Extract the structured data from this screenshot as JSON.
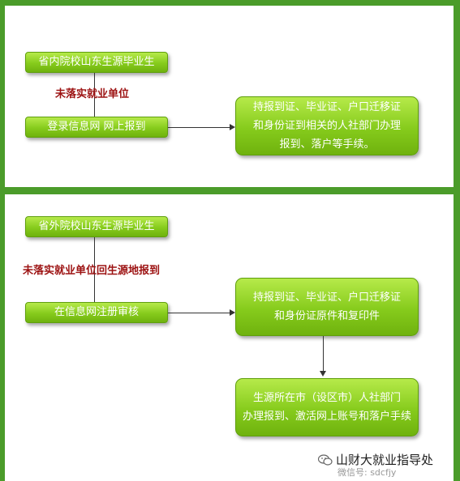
{
  "flow1": {
    "start": "省内院校山东生源毕业生",
    "condition": "未落实就业单位",
    "step": "登录信息网 网上报到",
    "result_lines": [
      "持报到证、毕业证、户口迁移证",
      "和身份证到相关的人社部门办理",
      "报到、落户等手续。"
    ]
  },
  "flow2": {
    "start": "省外院校山东生源毕业生",
    "condition": "未落实就业单位回生源地报到",
    "step": "在信息网注册审核",
    "result_lines": [
      "持报到证、毕业证、户口迁移证",
      "和身份证原件和复印件"
    ],
    "final_lines": [
      "生源所在市（设区市）人社部门",
      "办理报到、激活网上账号和落户手续"
    ]
  },
  "watermark": {
    "title": "山财大就业指导处",
    "subtitle": "微信号: sdcfjy",
    "icon": "wechat-icon"
  }
}
